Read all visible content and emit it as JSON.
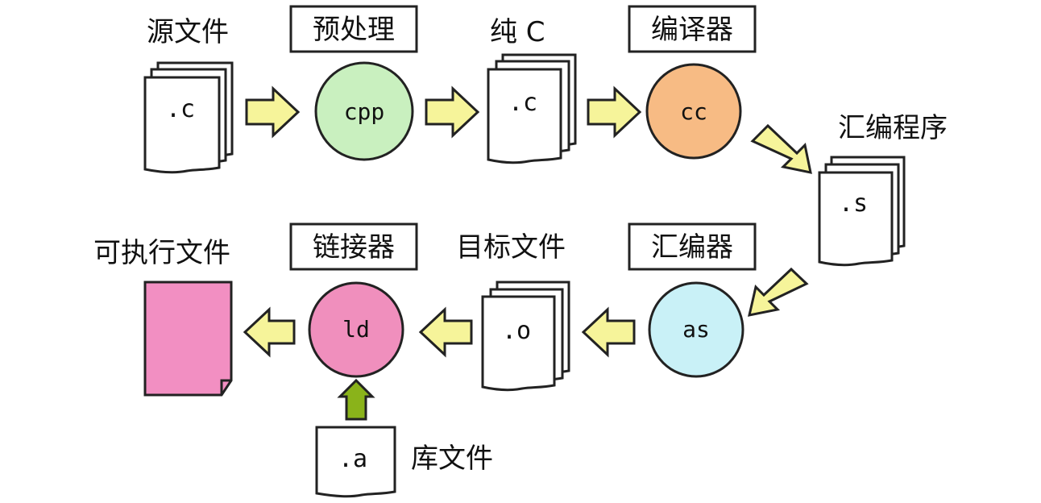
{
  "labels": {
    "source_file": "源文件",
    "preprocess": "预处理",
    "pure_c": "纯 C",
    "compiler": "编译器",
    "assembly_program": "汇编程序",
    "assembler": "汇编器",
    "object_file": "目标文件",
    "linker": "链接器",
    "executable_file": "可执行文件",
    "library_file": "库文件"
  },
  "files": {
    "source": ".c",
    "pure_c": ".c",
    "assembly": ".s",
    "object": ".o",
    "library": ".a"
  },
  "tools": {
    "preprocessor": "cpp",
    "compiler": "cc",
    "assembler": "as",
    "linker": "ld"
  },
  "colors": {
    "line": "#222222",
    "arrow_fill": "#f6f49a",
    "library_arrow_fill": "#8ab31a",
    "preprocessor_fill": "#c9f0bf",
    "compiler_fill": "#f7bb84",
    "assembler_fill": "#c9f1f7",
    "linker_fill": "#f08fbd",
    "executable_fill": "#f28fc2",
    "paper_fill": "#ffffff"
  }
}
